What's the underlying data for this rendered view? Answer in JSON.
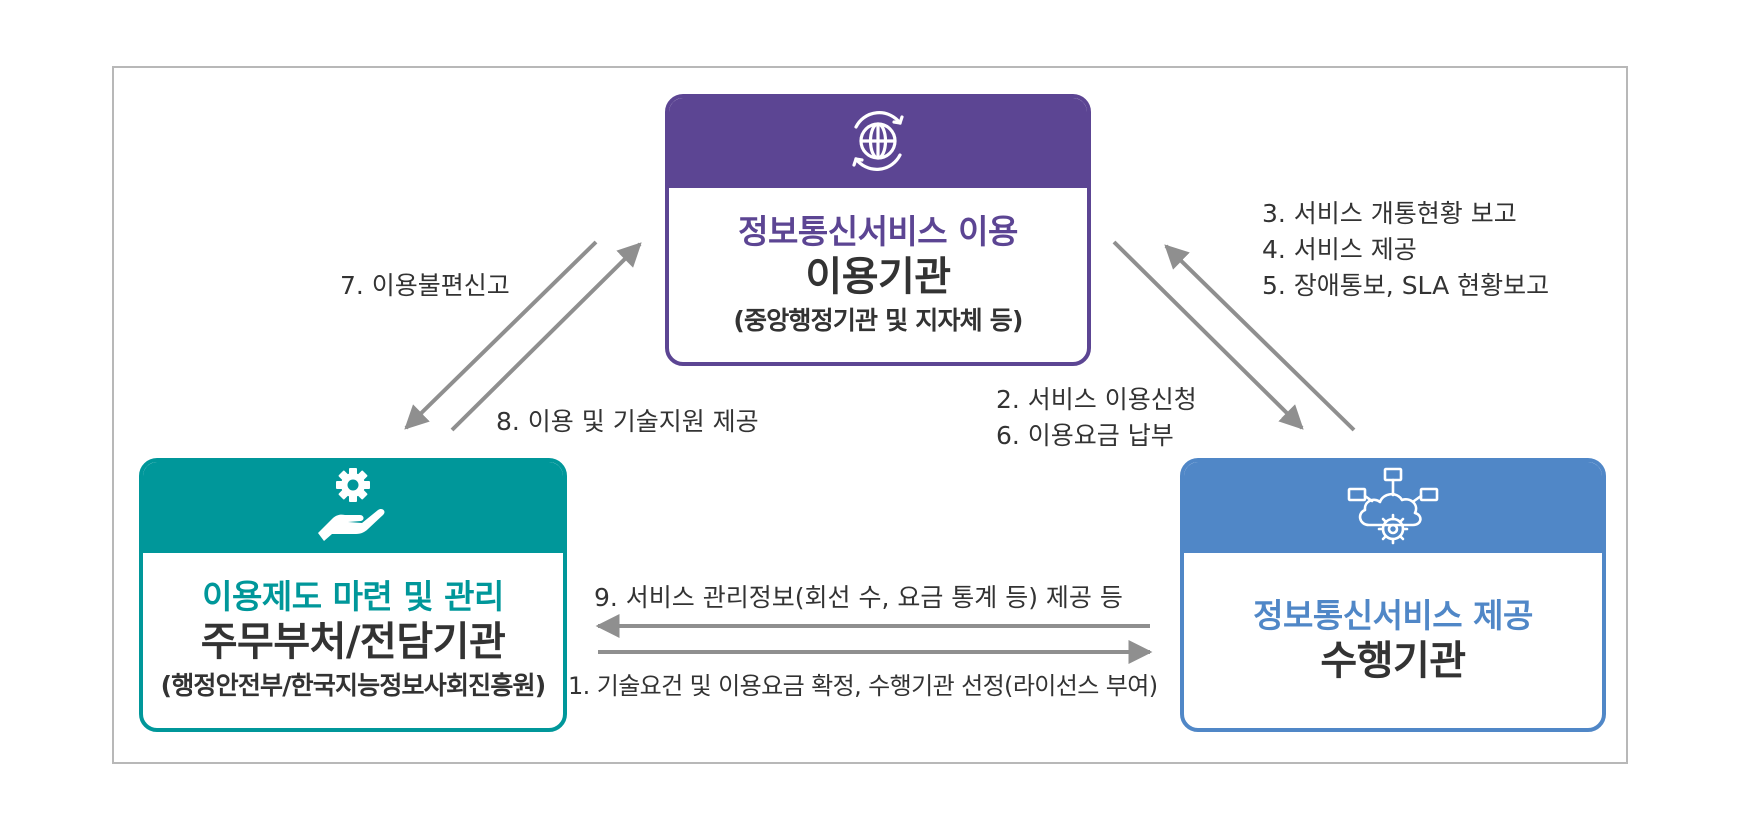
{
  "colors": {
    "user_purple": "#5c4593",
    "manager_teal": "#00979a",
    "provider_blue": "#5087c7",
    "arrow_gray": "#8f8f8f"
  },
  "boxes": {
    "user_agency": {
      "icon": "globe-refresh-icon",
      "role": "정보통신서비스 이용",
      "org": "이용기관",
      "sub": "(중앙행정기관 및 지자체 등)"
    },
    "manager": {
      "icon": "hand-gear-icon",
      "role": "이용제도 마련 및 관리",
      "org": "주무부처/전담기관",
      "sub": "(행정안전부/한국지능정보사회진흥원)"
    },
    "provider": {
      "icon": "cloud-network-gear-icon",
      "role": "정보통신서비스 제공",
      "org": "수행기관"
    }
  },
  "flows": {
    "step7": "7. 이용불편신고",
    "step8": "8. 이용 및 기술지원 제공",
    "step3": "3. 서비스 개통현황 보고",
    "step4": "4. 서비스 제공",
    "step5": "5. 장애통보, SLA 현황보고",
    "step2": "2. 서비스 이용신청",
    "step6": "6. 이용요금 납부",
    "step9": "9. 서비스 관리정보(회선 수, 요금 통계 등)  제공 등",
    "step1": "1. 기술요건 및 이용요금 확정, 수행기관 선정(라이선스 부여)"
  }
}
